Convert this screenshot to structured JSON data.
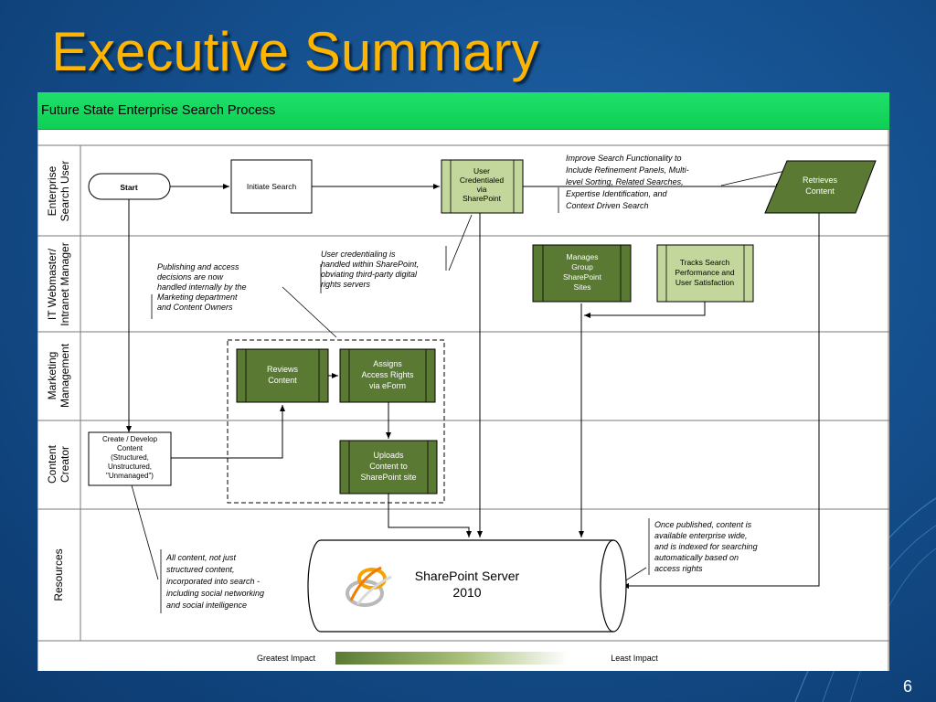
{
  "slide": {
    "title": "Executive Summary",
    "page_number": "6"
  },
  "diagram": {
    "header": "Future State Enterprise Search Process",
    "lanes": [
      {
        "line1": "Enterprise",
        "line2": "Search User"
      },
      {
        "line1": "IT Webmaster/",
        "line2": "Intranet Manager"
      },
      {
        "line1": "Marketing",
        "line2": "Management"
      },
      {
        "line1": "Content",
        "line2": "Creator"
      },
      {
        "line1": "Resources",
        "line2": ""
      }
    ],
    "nodes": {
      "start": "Start",
      "initiate_search": "Initiate Search",
      "user_credentialed": [
        "User",
        "Credentialed",
        "via",
        "SharePoint"
      ],
      "retrieves_content": [
        "Retrieves",
        "Content"
      ],
      "manages_group": [
        "Manages",
        "Group",
        "SharePoint",
        "Sites"
      ],
      "tracks_search": [
        "Tracks Search",
        "Performance and",
        "User Satisfaction"
      ],
      "reviews_content": [
        "Reviews",
        "Content"
      ],
      "assigns_access": [
        "Assigns",
        "Access Rights",
        "via eForm"
      ],
      "create_develop": [
        "Create / Develop",
        "Content",
        "(Structured,",
        "Unstructured,",
        "\"Unmanaged\")"
      ],
      "uploads_content": [
        "Uploads",
        "Content to",
        "SharePoint site"
      ],
      "sharepoint_server": [
        "SharePoint Server",
        "2010"
      ]
    },
    "notes": {
      "improve_search": [
        "Improve Search Functionality to",
        "Include Refinement Panels, Multi-",
        "level Sorting, Related Searches,",
        "Expertise Identification, and",
        "Context Driven Search"
      ],
      "user_credentialing": [
        "User credentialing is",
        "handled within SharePoint,",
        "obviating third-party digital",
        "rights servers"
      ],
      "publishing_access": [
        "Publishing and access",
        "decisions are now",
        "handled internally by the",
        "Marketing department",
        "and Content Owners"
      ],
      "all_content": [
        "All content, not just",
        "structured content,",
        "incorporated into search -",
        "including social networking",
        "and social intelligence"
      ],
      "once_published": [
        "Once published, content is",
        "available enterprise wide,",
        "and is indexed for searching",
        "automatically based on",
        "access rights"
      ]
    },
    "legend": {
      "left": "Greatest Impact",
      "right": "Least Impact"
    },
    "colors": {
      "dark_green": "#5a7a33",
      "light_green": "#c3d69b",
      "header_green": "#17d85f",
      "title_gold": "#ffb400"
    }
  }
}
